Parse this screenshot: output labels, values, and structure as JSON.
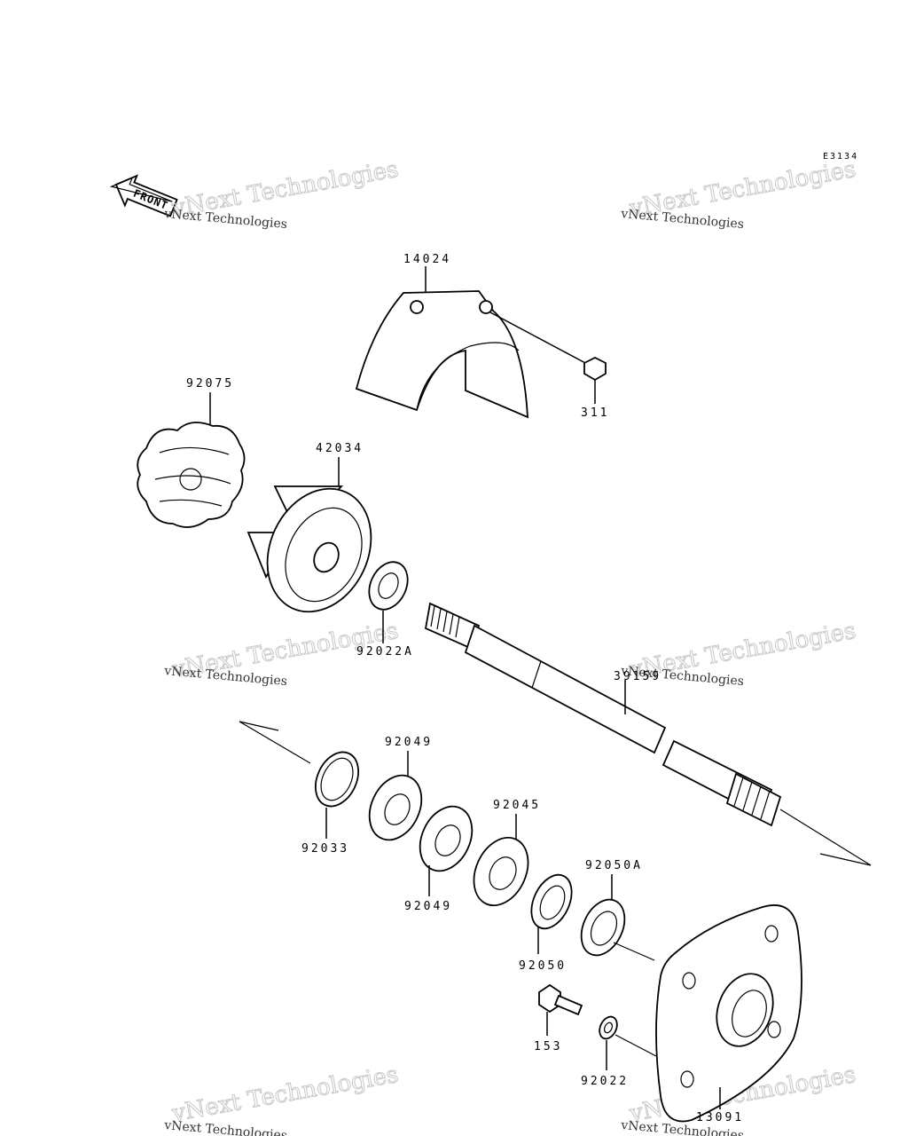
{
  "diagram": {
    "code": "E3134",
    "front_label": "FRONT",
    "parts": [
      {
        "id": "p14024",
        "number": "14024"
      },
      {
        "id": "p311",
        "number": "311"
      },
      {
        "id": "p92075",
        "number": "92075"
      },
      {
        "id": "p42034",
        "number": "42034"
      },
      {
        "id": "p92022A",
        "number": "92022A"
      },
      {
        "id": "p39159",
        "number": "39159"
      },
      {
        "id": "p92049a",
        "number": "92049"
      },
      {
        "id": "p92033",
        "number": "92033"
      },
      {
        "id": "p92049b",
        "number": "92049"
      },
      {
        "id": "p92045",
        "number": "92045"
      },
      {
        "id": "p92050A",
        "number": "92050A"
      },
      {
        "id": "p92050",
        "number": "92050"
      },
      {
        "id": "p153",
        "number": "153"
      },
      {
        "id": "p92022",
        "number": "92022"
      },
      {
        "id": "p13091",
        "number": "13091"
      }
    ]
  },
  "watermark": {
    "line1": "vNext Technologies",
    "line2": "vNext Technologies"
  }
}
